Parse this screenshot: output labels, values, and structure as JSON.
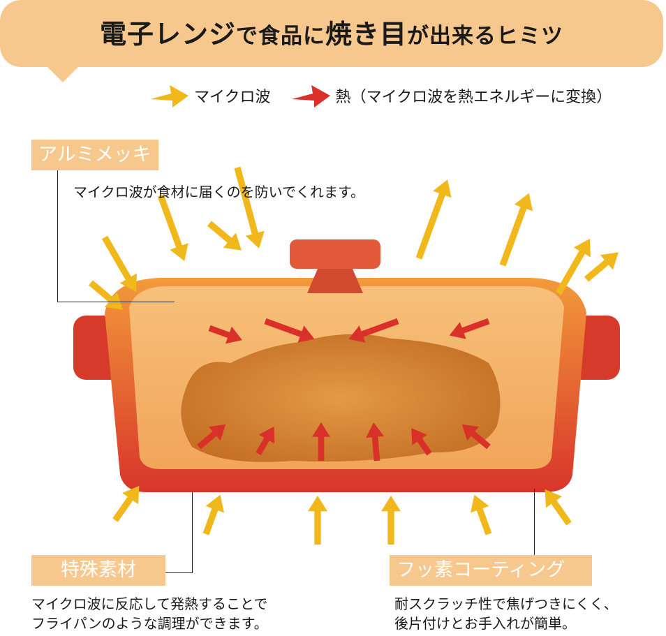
{
  "header": {
    "title_parts": [
      "電子レンジ",
      "で食品に",
      "焼き目",
      "が出来るヒミツ"
    ]
  },
  "legend": {
    "microwave": "マイクロ波",
    "heat": "熱（マイクロ波を熱エネルギーに変換）",
    "colors": {
      "microwave": "#f0b81a",
      "heat": "#d9302a"
    }
  },
  "callouts": {
    "aluminum": {
      "label": "アルミメッキ",
      "text": "マイクロ波が食材に届くのを防いでくれます。"
    },
    "special_material": {
      "label": "特殊素材",
      "lines": [
        "マイクロ波に反応して発熱することで",
        "フライパンのような調理ができます。"
      ]
    },
    "fluorine": {
      "label": "フッ素コーティング",
      "lines": [
        "耐スクラッチ性で焦げつきにくく、",
        "後片付けとお手入れが簡単。"
      ]
    }
  }
}
